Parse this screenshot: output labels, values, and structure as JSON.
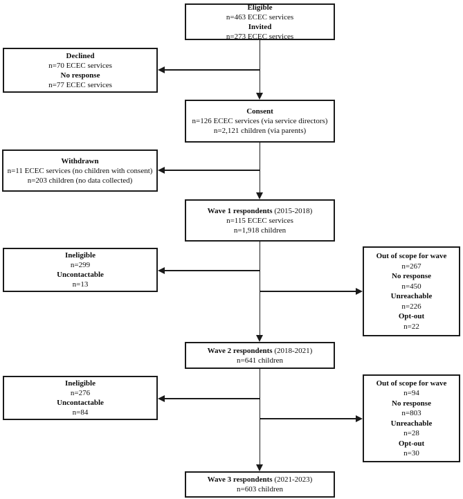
{
  "colors": {
    "border": "#1a1a1a",
    "line": "#1a1a1a",
    "background": "#ffffff",
    "text": "#0d0d0d"
  },
  "fc": {
    "eligible": {
      "l1": "Eligible",
      "l2": "n=463 ECEC services",
      "l3": "Invited",
      "l4": "n=273 ECEC services"
    },
    "declined": {
      "l1": "Declined",
      "l2": "n=70 ECEC services",
      "l3": "No response",
      "l4": "n=77 ECEC services"
    },
    "consent": {
      "l1": "Consent",
      "l2": "n=126 ECEC services (via service directors)",
      "l3": "n=2,121 children (via parents)"
    },
    "withdrawn": {
      "l1": "Withdrawn",
      "l2": "n=11 ECEC services (no children with consent)",
      "l3": "n=203 children (no data collected)"
    },
    "wave1": {
      "t1": "Wave 1 respondents",
      "t2": " (2015-2018)",
      "l2": "n=115 ECEC services",
      "l3": "n=1,918 children"
    },
    "ineligible1": {
      "l1": "Ineligible",
      "l2": "n=299",
      "l3": "Uncontactable",
      "l4": "n=13"
    },
    "oos1": {
      "l1": "Out of scope for wave",
      "l2": "n=267",
      "l3": "No response",
      "l4": "n=450",
      "l5": "Unreachable",
      "l6": "n=226",
      "l7": "Opt-out",
      "l8": "n=22"
    },
    "wave2": {
      "t1": "Wave 2 respondents",
      "t2": " (2018-2021)",
      "l2": "n=641 children"
    },
    "ineligible2": {
      "l1": "Ineligible",
      "l2": "n=276",
      "l3": "Uncontactable",
      "l4": "n=84"
    },
    "oos2": {
      "l1": "Out of scope for wave",
      "l2": "n=94",
      "l3": "No response",
      "l4": "n=803",
      "l5": "Unreachable",
      "l6": "n=28",
      "l7": "Opt-out",
      "l8": "n=30"
    },
    "wave3": {
      "t1": "Wave 3 respondents",
      "t2": " (2021-2023)",
      "l2": "n=603 children"
    }
  }
}
